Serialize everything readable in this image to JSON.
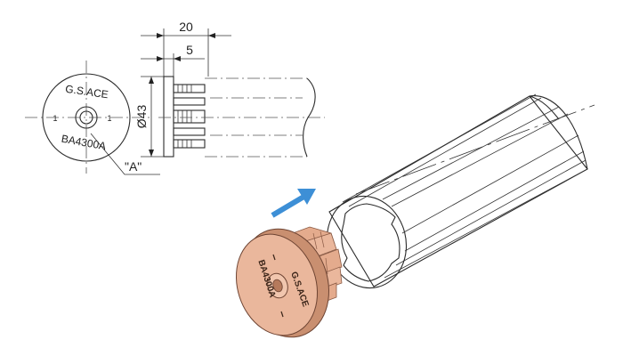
{
  "dimensions": {
    "width_total": "20",
    "width_flange": "5",
    "diameter": "Ø43"
  },
  "cap_front": {
    "brand": "G.S.ACE",
    "code": "BA4300A",
    "mark_left": "1",
    "mark_right": "1"
  },
  "detail_label": "\"A\"",
  "photo_cap": {
    "brand": "G.S.ACE",
    "code": "BA4300A"
  },
  "colors": {
    "arrow": "#3d8fd6",
    "cap_fill": "#eab79c",
    "cap_dark": "#c98f70",
    "line": "#2b2b2b",
    "background": "#ffffff"
  }
}
